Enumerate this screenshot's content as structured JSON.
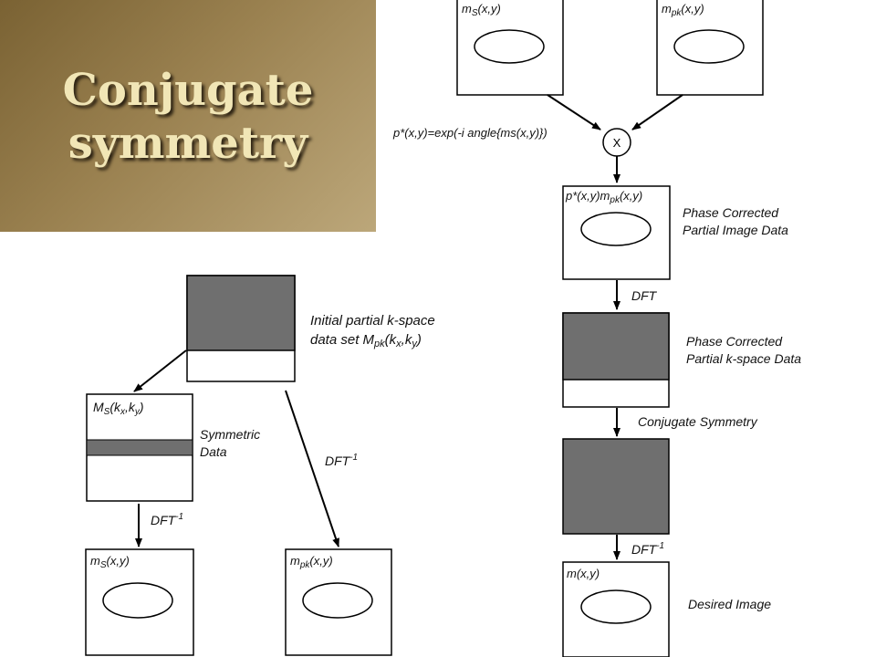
{
  "title": {
    "line1": "Conjugate",
    "line2": "symmetry"
  },
  "left": {
    "initial_label": [
      "Initial partial k-space",
      "data set M"
    ],
    "ms_k_box": "M",
    "symmetric_label": [
      "Symmetric",
      "Data"
    ],
    "dft_inv_left": "DFT",
    "dft_inv_right": "DFT",
    "ms_xy_box": "m",
    "mpk_xy_box": "m"
  },
  "right": {
    "ms_top_box": "m",
    "mpk_top_box": "m",
    "phase_formula": "p*(x,y)=exp(-i angle{ms(x,y)})",
    "multiply_symbol": "X",
    "product_box": "p*(x,y)m",
    "phase_image_label": [
      "Phase Corrected",
      "Partial Image Data"
    ],
    "dft": "DFT",
    "phase_kspace_label": [
      "Phase Corrected",
      "Partial k-space Data"
    ],
    "conjugate_symmetry": "Conjugate Symmetry",
    "dft_inv": "DFT",
    "m_final_box": "m(x,y)",
    "desired_image": "Desired Image"
  },
  "colors": {
    "gray_fill": "#6f6f6f",
    "title_text": "#f1e6b6"
  }
}
